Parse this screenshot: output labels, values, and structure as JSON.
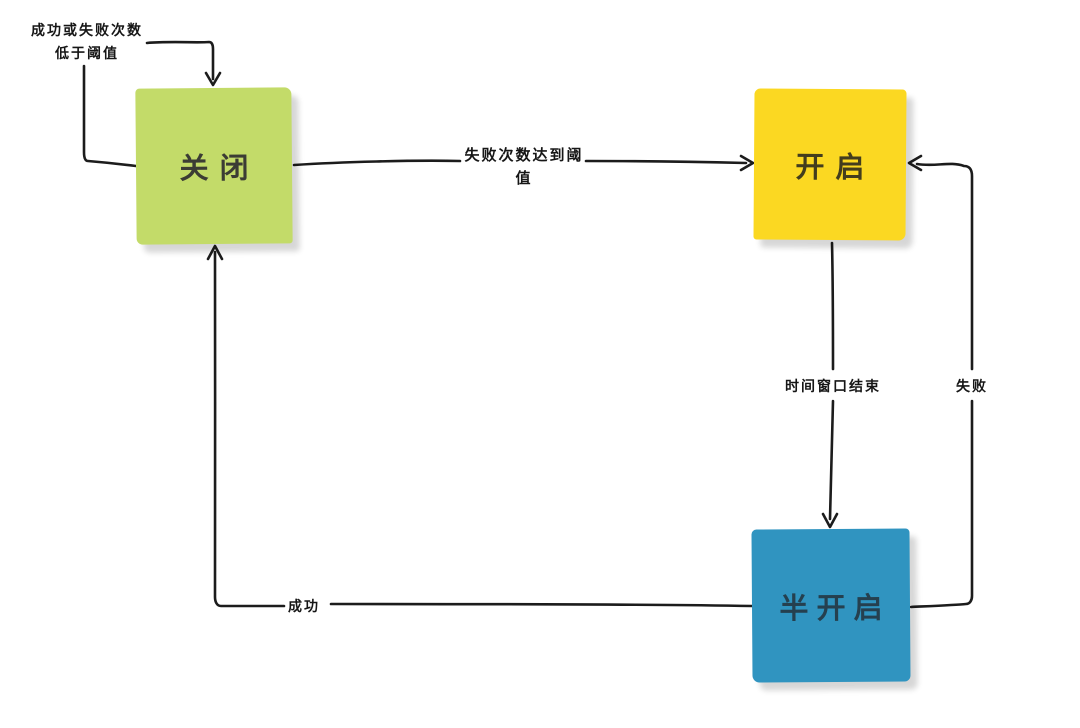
{
  "diagram": {
    "type": "state-machine",
    "states": {
      "closed": {
        "label": "关闭",
        "color": "#c3db69"
      },
      "open": {
        "label": "开启",
        "color": "#fbd822"
      },
      "half_open": {
        "label": "半开启",
        "color": "#3094c0"
      }
    },
    "transitions": {
      "closed_self_loop": {
        "from": "关闭",
        "to": "关闭",
        "lines": [
          "成功或失败次数",
          "低于阈值"
        ]
      },
      "closed_to_open": {
        "from": "关闭",
        "to": "开启",
        "lines": [
          "失败次数达到阈",
          "值"
        ]
      },
      "open_to_half_open": {
        "from": "开启",
        "to": "半开启",
        "label": "时间窗口结束"
      },
      "half_open_to_open": {
        "from": "半开启",
        "to": "开启",
        "label": "失败"
      },
      "half_open_to_closed": {
        "from": "半开启",
        "to": "关闭",
        "label": "成功"
      }
    },
    "colors": {
      "background": "#ffffff",
      "line": "#1c1c1c",
      "box_text": "#3b3c34",
      "label_text": "#161616"
    }
  }
}
